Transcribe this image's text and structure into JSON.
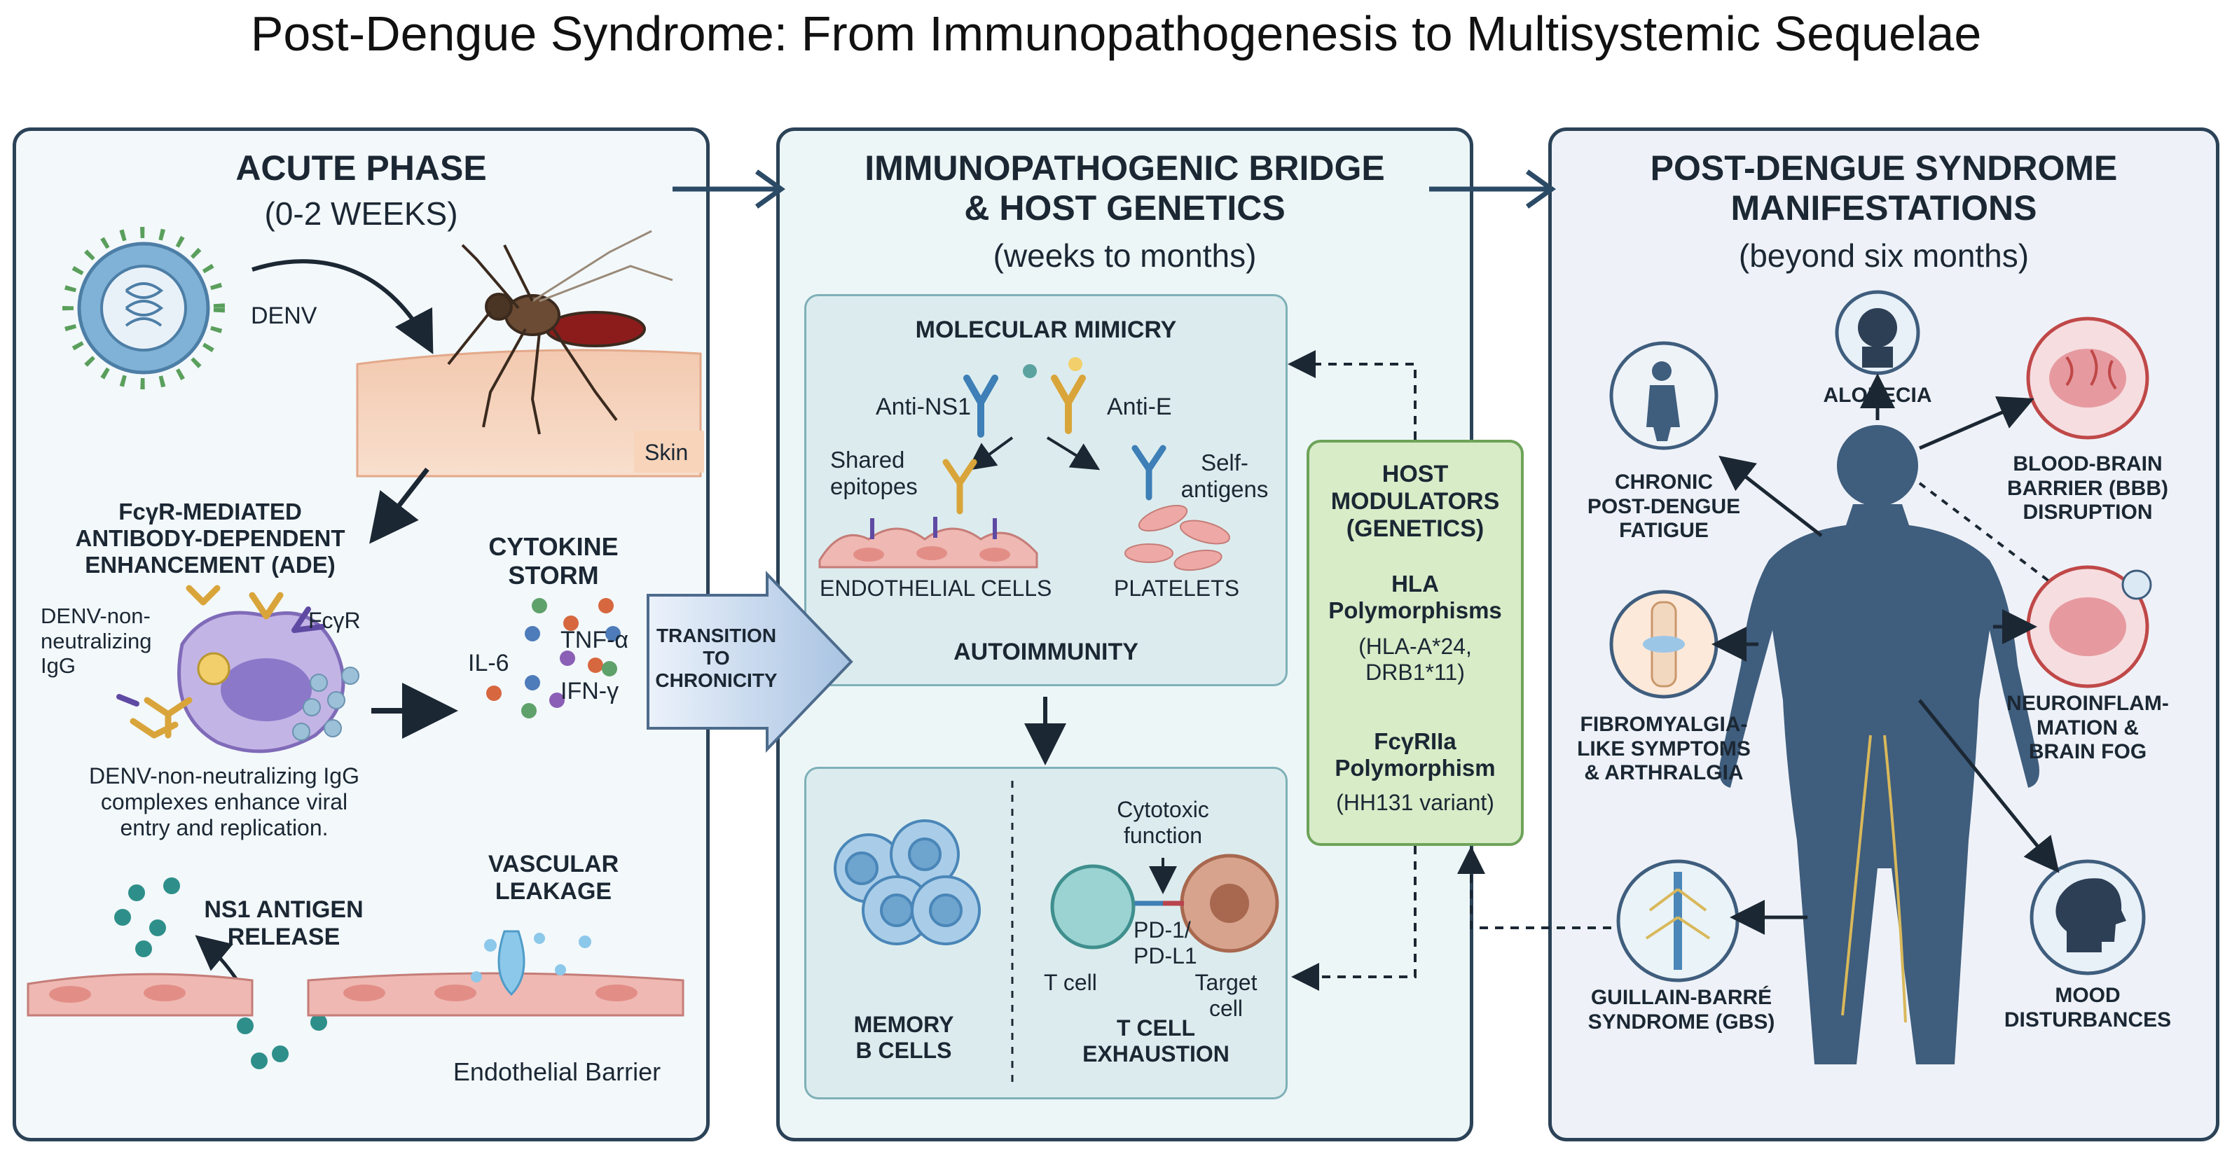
{
  "title": "Post-Dengue Syndrome: From Immunopathogenesis to Multisystemic Sequelae",
  "acute": {
    "heading": "ACUTE PHASE",
    "timeframe": "(0-2 WEEKS)",
    "denv": "DENV",
    "skin": "Skin",
    "ade_title": "FcγR-MEDIATED\nANTIBODY-DEPENDENT\nENHANCEMENT (ADE)",
    "igg_label": "DENV-non-\nneutralizing\nIgG",
    "fcgr_label": "FcγR",
    "ade_caption": "DENV-non-neutralizing IgG\ncomplexes enhance viral\nentry and replication.",
    "cytokine_title": "CYTOKINE\nSTORM",
    "il6": "IL-6",
    "tnf": "TNF-α",
    "ifn": "IFN-γ",
    "ns1_title": "NS1 ANTIGEN\nRELEASE",
    "vascular_title": "VASCULAR\nLEAKAGE",
    "barrier": "Endothelial Barrier"
  },
  "transition": "TRANSITION\nTO\nCHRONICITY",
  "bridge": {
    "heading": "IMMUNOPATHOGENIC BRIDGE\n& HOST GENETICS",
    "timeframe": "(weeks to months)",
    "mimicry_title": "MOLECULAR MIMICRY",
    "anti_ns1": "Anti-NS1",
    "anti_e": "Anti-E",
    "shared": "Shared\nepitopes",
    "self": "Self-\nantigens",
    "endothelial": "ENDOTHELIAL CELLS",
    "platelets": "PLATELETS",
    "autoimmunity": "AUTOIMMUNITY",
    "cytotoxic": "Cytotoxic\nfunction",
    "pd1": "PD-1/\nPD-L1",
    "tcell": "T cell",
    "target": "Target\ncell",
    "memory": "MEMORY\nB CELLS",
    "exhaustion": "T CELL\nEXHAUSTION",
    "host_title": "HOST\nMODULATORS\n(GENETICS)",
    "hla_title": "HLA\nPolymorphisms",
    "hla_detail": "(HLA-A*24,\nDRB1*11)",
    "fcg_title": "FcγRIIa\nPolymorphism",
    "fcg_detail": "(HH131 variant)"
  },
  "pds": {
    "heading": "POST-DENGUE SYNDROME\nMANIFESTATIONS",
    "timeframe": "(beyond six months)",
    "alopecia": "ALOPECIA",
    "fatigue": "CHRONIC\nPOST-DENGUE\nFATIGUE",
    "bbb": "BLOOD-BRAIN\nBARRIER (BBB)\nDISRUPTION",
    "fibro": "FIBROMYALGIA-\nLIKE SYMPTOMS\n& ARTHRALGIA",
    "neuro": "NEUROINFLAM-\nMATION &\nBRAIN FOG",
    "gbs": "GUILLAIN-BARRÉ\nSYNDROME (GBS)",
    "mood": "MOOD\nDISTURBANCES"
  }
}
